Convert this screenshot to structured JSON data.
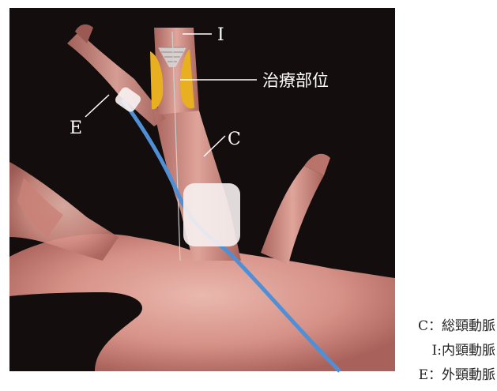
{
  "labels": {
    "internal": "I",
    "treatment": "治療部位",
    "external": "E",
    "common": "C"
  },
  "legend": [
    {
      "key": "C",
      "sep": "：",
      "text": "総頸動脈"
    },
    {
      "key": "I",
      "sep": ":",
      "text": "内頸動脈"
    },
    {
      "key": "E",
      "sep": "：",
      "text": "外頸動脈"
    }
  ],
  "colors": {
    "background": "#130d0d",
    "vessel": "#d6938a",
    "vessel_light": "#f0c9c0",
    "catheter": "#4f8fd6",
    "plaque": "#e8b020",
    "balloon": "#f7f1f1"
  }
}
